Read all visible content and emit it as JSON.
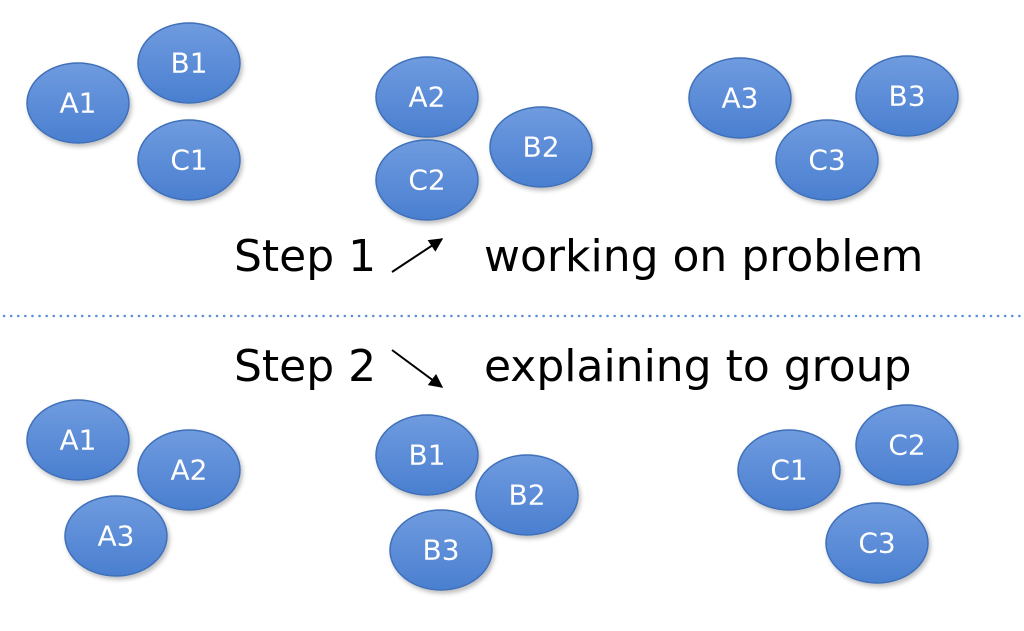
{
  "colors": {
    "node_fill_top": "#6f9bdf",
    "node_fill_bottom": "#4a7fd0",
    "node_stroke": "#3f6fb8",
    "divider": "#5b8fd6",
    "text": "#000000"
  },
  "step1": {
    "label": "Step 1",
    "arrow": "up-right-arrow",
    "description": "working on problem"
  },
  "step2": {
    "label": "Step 2",
    "arrow": "down-right-arrow",
    "description": "explaining to group"
  },
  "step1_groups": [
    [
      "A1",
      "B1",
      "C1"
    ],
    [
      "A2",
      "B2",
      "C2"
    ],
    [
      "A3",
      "B3",
      "C3"
    ]
  ],
  "step2_groups": [
    [
      "A1",
      "A2",
      "A3"
    ],
    [
      "B1",
      "B2",
      "B3"
    ],
    [
      "C1",
      "C2",
      "C3"
    ]
  ]
}
